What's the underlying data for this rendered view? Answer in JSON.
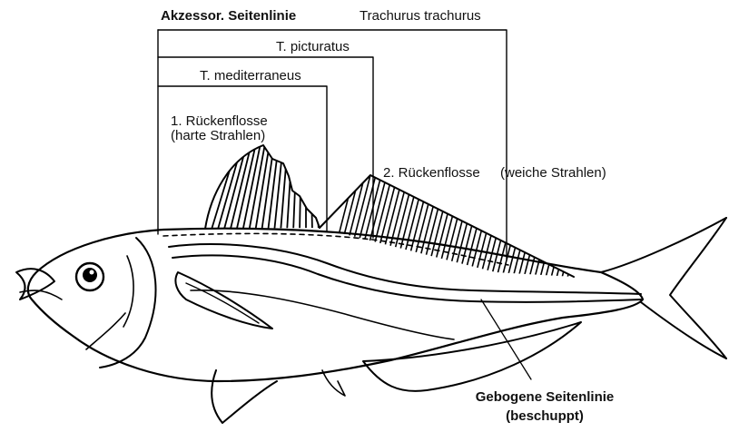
{
  "labels": {
    "akzessor": "Akzessor. Seitenlinie",
    "trachurus": "Trachurus trachurus",
    "picturatus": "T. picturatus",
    "mediterraneus": "T. mediterraneus",
    "fin1_line1": "1. Rückenflosse",
    "fin1_line2": "(harte Strahlen)",
    "fin2_a": "2. Rückenflosse",
    "fin2_b": "(weiche Strahlen)",
    "lateral_line1": "Gebogene Seitenlinie",
    "lateral_line2": "(beschuppt)"
  },
  "colors": {
    "ink": "#000000",
    "background": "#ffffff"
  }
}
